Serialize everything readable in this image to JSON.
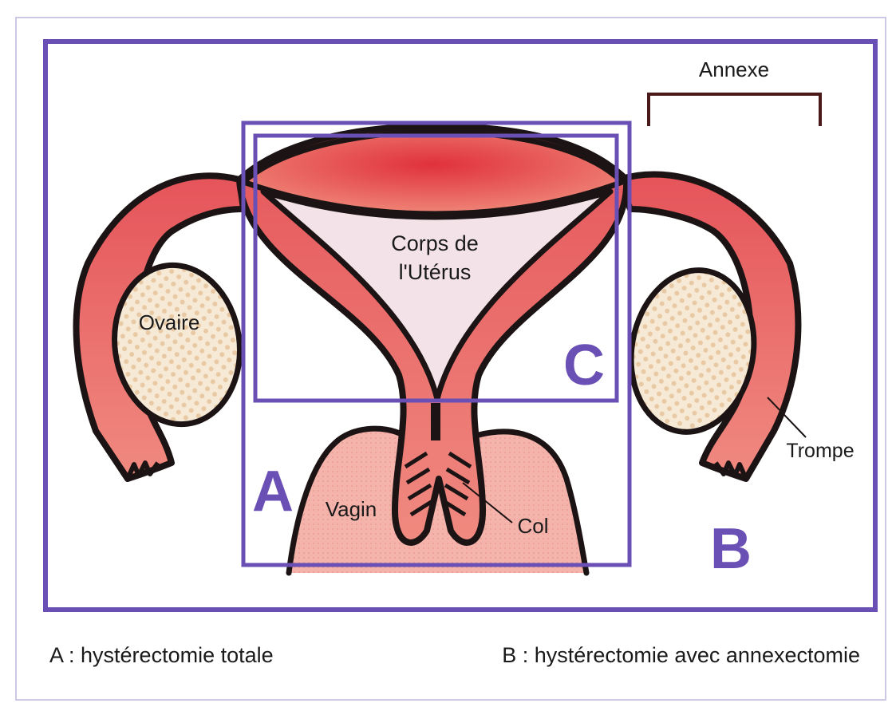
{
  "labels": {
    "annexe": "Annexe",
    "corps_line1": "Corps de",
    "corps_line2": "l'Utérus",
    "ovaire": "Ovaire",
    "trompe": "Trompe",
    "vagin": "Vagin",
    "col": "Col"
  },
  "zones": {
    "a": "A",
    "b": "B",
    "c": "C"
  },
  "captions": {
    "a": "A : hystérectomie totale",
    "b": "B : hystérectomie avec annexectomie"
  },
  "colors": {
    "frame": "#6a4fb5",
    "tissue": "#e8706a",
    "tissue_dark": "#d94a4a",
    "vagina": "#f4b3ae",
    "cavity": "#f3e3e8",
    "ovary": "#f2e2c6",
    "outline": "#1c1414"
  }
}
